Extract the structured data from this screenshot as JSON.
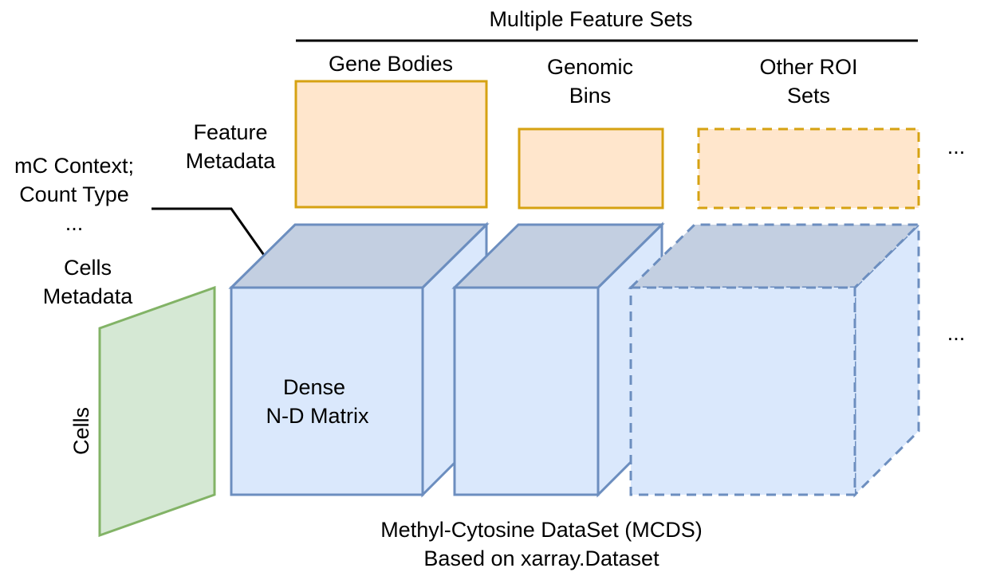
{
  "header": {
    "title": "Multiple Feature Sets"
  },
  "feature_sets": [
    {
      "label_lines": [
        "Gene Bodies"
      ],
      "style": "solid"
    },
    {
      "label_lines": [
        "Genomic",
        "Bins"
      ],
      "style": "solid"
    },
    {
      "label_lines": [
        "Other ROI",
        "Sets"
      ],
      "style": "dashed"
    }
  ],
  "left_labels": {
    "feature_metadata": [
      "Feature",
      "Metadata"
    ],
    "mc_context": [
      "mC Context;",
      "Count Type",
      "..."
    ],
    "cells_metadata": [
      "Cells",
      "Metadata"
    ],
    "cells_axis": "Cells"
  },
  "matrix_label": [
    "Dense",
    "N-D Matrix"
  ],
  "ellipsis": {
    "top": "...",
    "middle": "..."
  },
  "footer": {
    "line1": "Methyl-Cytosine DataSet (MCDS)",
    "line2": "Based on xarray.Dataset"
  },
  "colors": {
    "feature_fill": "#ffe6cc",
    "feature_stroke": "#d6a212",
    "cube_front": "#dae8fc",
    "cube_top": "#c3cfe1",
    "cube_stroke": "#6c8ebf",
    "cells_fill": "#d5e8d4",
    "cells_stroke": "#82b366"
  }
}
